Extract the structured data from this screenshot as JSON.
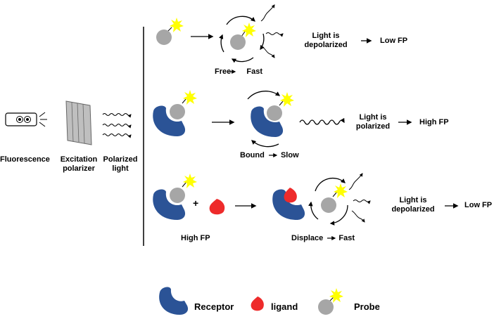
{
  "left": {
    "fluorescence": "Fluorescence",
    "excitation_line1": "Excitation",
    "excitation_line2": "polarizer",
    "polarized_line1": "Polarized",
    "polarized_line2": "light"
  },
  "row1": {
    "state": "Free",
    "speed": "Fast",
    "result_line1": "Light is",
    "result_line2": "depolarized",
    "fp": "Low FP"
  },
  "row2": {
    "state": "Bound",
    "speed": "Slow",
    "result_line1": "Light is",
    "result_line2": "polarized",
    "fp": "High FP"
  },
  "row3": {
    "plus": "+",
    "start_fp": "High FP",
    "state": "Displace",
    "speed": "Fast",
    "result_line1": "Light is",
    "result_line2": "depolarized",
    "fp": "Low FP"
  },
  "legend": {
    "receptor": "Receptor",
    "ligand": "ligand",
    "probe": "Probe"
  },
  "colors": {
    "receptor": "#2b5396",
    "ligand": "#ee2b2b",
    "probe": "#a6a6a6",
    "star": "#ffff00",
    "polarizer": "#bfbfbf"
  }
}
